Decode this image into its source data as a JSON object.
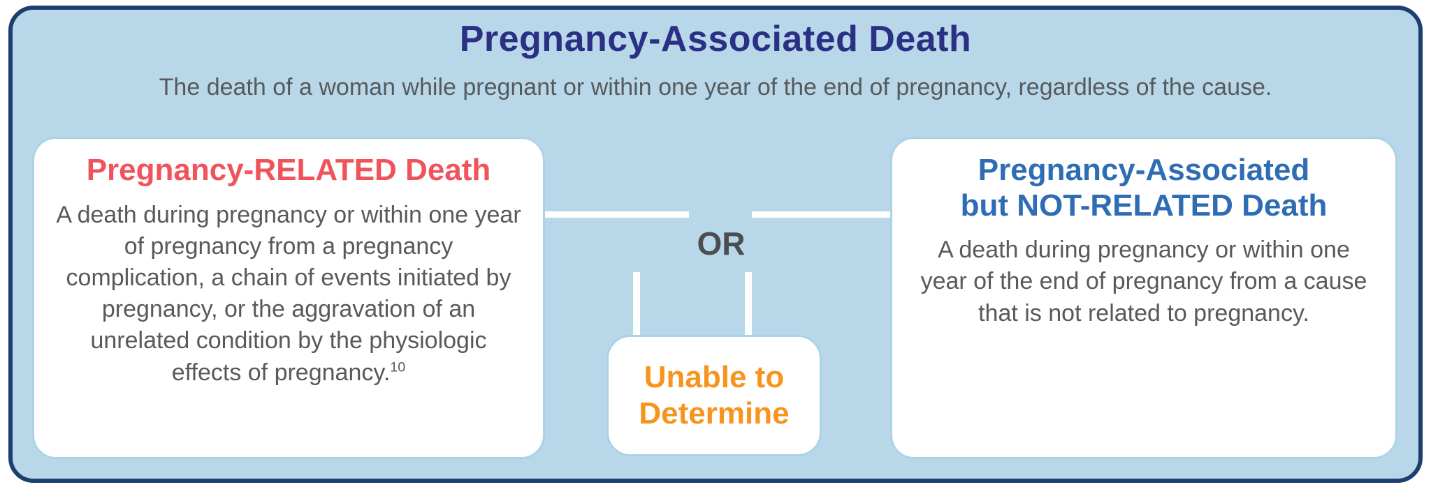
{
  "header": {
    "title": "Pregnancy-Associated Death",
    "subtitle": "The death of a woman while pregnant or within one year of the end of pregnancy, regardless of the cause."
  },
  "cards": {
    "related": {
      "heading": "Pregnancy-RELATED Death",
      "body": "A death during pregnancy or within one year of pregnancy from a pregnancy complication, a chain of events initiated by pregnancy, or the aggravation of an unrelated condition by the physiologic effects of pregnancy.",
      "footnote": "10"
    },
    "not_related": {
      "heading_line1": "Pregnancy-Associated",
      "heading_line2": "but NOT-RELATED Death",
      "body": "A death during pregnancy or within one year of the end of pregnancy from a cause that is not related to pregnancy."
    },
    "unable": {
      "heading_line1": "Unable to",
      "heading_line2": "Determine"
    }
  },
  "connector": {
    "or_label": "OR"
  },
  "colors": {
    "outer_background": "#b8d8ea",
    "outer_border": "#1c3f6f",
    "title_text": "#2b3085",
    "body_text": "#58595b",
    "related_heading": "#f0535b",
    "not_related_heading": "#2e6db4",
    "unable_heading": "#f7941e",
    "or_text": "#4d4d4f",
    "card_background": "#ffffff",
    "card_border": "#abd2e6"
  }
}
